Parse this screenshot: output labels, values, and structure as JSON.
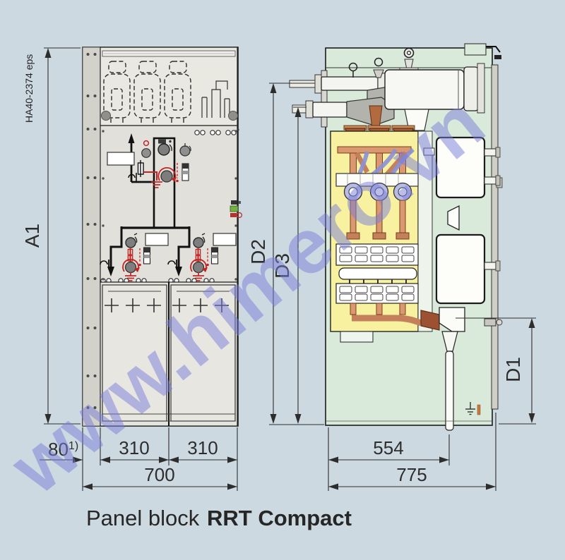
{
  "figure": {
    "code": "HA40-2374 eps",
    "caption_prefix": "Panel block ",
    "caption_bold": "RRT Compact",
    "watermark": "www.himero.vn"
  },
  "dimensions": {
    "height_label": "A1",
    "depth1": "D1",
    "depth2": "D2",
    "depth3": "D3",
    "wall_clearance": "80",
    "wall_clearance_note": "1)",
    "section_left": "310",
    "section_right": "310",
    "width_total": "700",
    "cable_depth": "554",
    "depth_total": "775"
  },
  "colors": {
    "background": "#cdd9e1",
    "panel_gray": "#e3e2dc",
    "mount_strip": "#d2d2ca",
    "section_green": "#d9e9da",
    "compartment_yellow": "#f8f2a0",
    "copper": "#d9986f",
    "bushing_brown": "#a85c30",
    "cable_purple": "#8b90d8",
    "earth_red": "#c52222",
    "indicator_green": "#76b043",
    "watermark_blue": "#7a7ed9"
  }
}
